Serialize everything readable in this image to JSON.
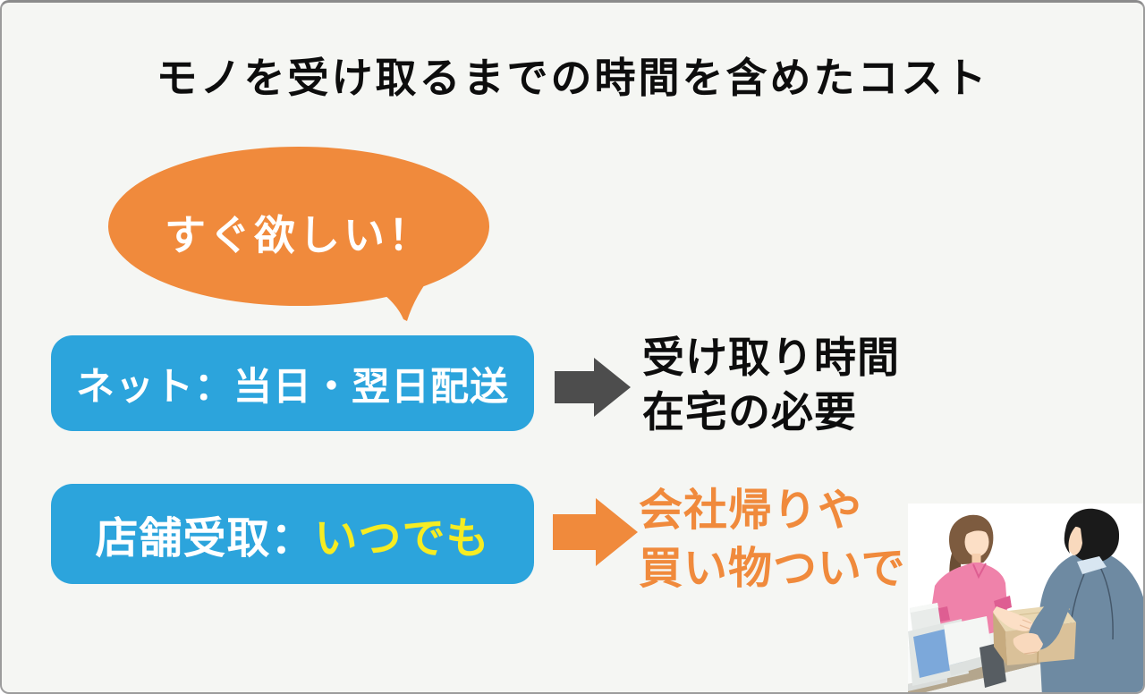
{
  "slide": {
    "title": "モノを受け取るまでの時間を含めたコスト",
    "bubble": {
      "label": "すぐ欲しい！"
    },
    "row_net": {
      "box_label": "ネット：当日・翌日配送",
      "result_line1": "受け取り時間",
      "result_line2": "在宅の必要"
    },
    "row_store": {
      "box_label_prefix": "店舗受取：",
      "box_label_highlight": "いつでも",
      "result_line1": "会社帰りや",
      "result_line2": "買い物ついで"
    },
    "colors": {
      "background": "#f5f6f3",
      "bubble_orange": "#f08a3c",
      "box_blue": "#2ca4dc",
      "highlight_yellow": "#f6ec22",
      "arrow_gray": "#4d4d4d",
      "arrow_orange": "#f08a3c",
      "result_text_dark": "#0d0d0d",
      "result_text_orange": "#f08a3c"
    },
    "illustration_name": "store-pickup-handover-illustration"
  }
}
